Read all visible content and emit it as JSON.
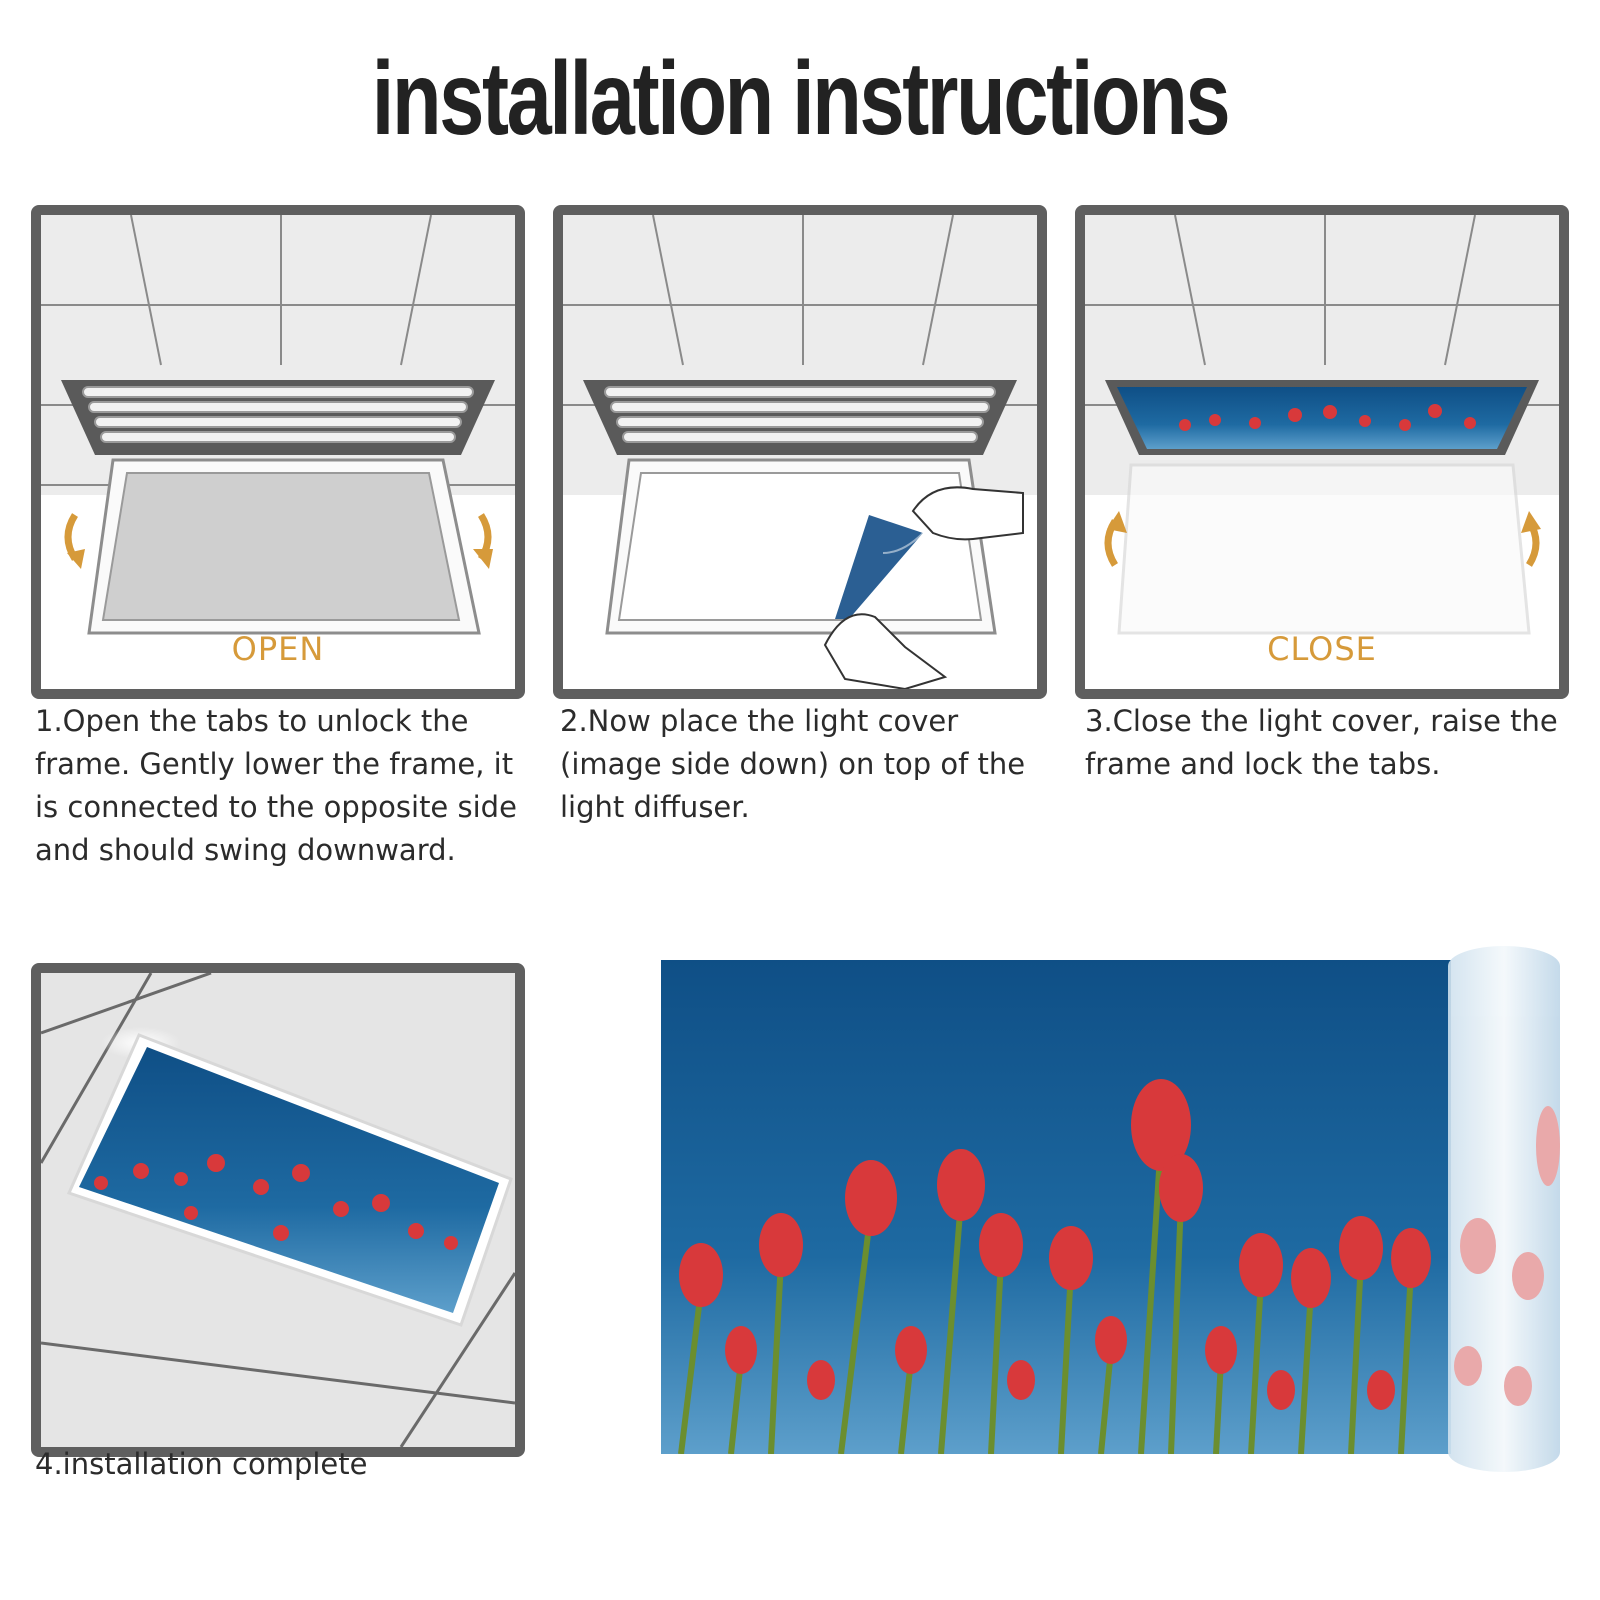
{
  "title": "installation instructions",
  "colors": {
    "border": "#5f5f5f",
    "accent": "#d69a3a",
    "sky": "#1d5f92",
    "tulip": "#d8393b"
  },
  "steps": [
    {
      "label": "OPEN",
      "text": "1.Open the tabs to unlock the frame. Gently lower the frame, it is connected to the opposite side and should swing downward."
    },
    {
      "text": "2.Now place the light cover (image side down) on top of the light diffuser."
    },
    {
      "label": "CLOSE",
      "text": "3.Close the light cover, raise the frame and lock the tabs."
    },
    {
      "text": "4.installation complete"
    }
  ]
}
